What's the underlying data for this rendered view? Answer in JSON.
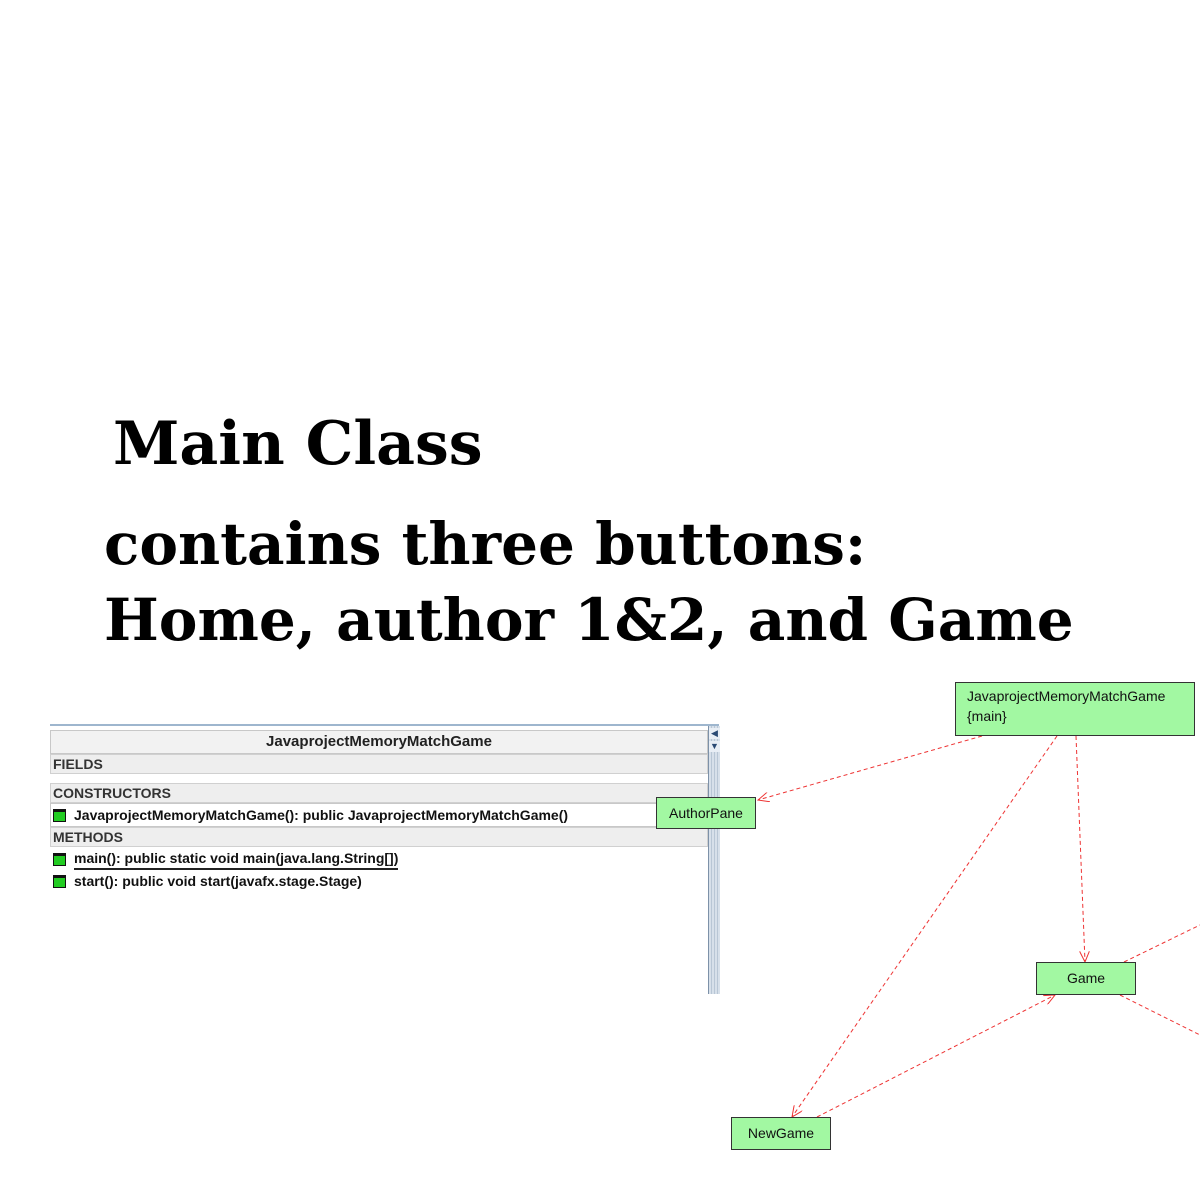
{
  "heading": {
    "title": "Main Class",
    "line1": "contains three buttons:",
    "line2": "Home, author 1&2, and Game"
  },
  "inspector": {
    "class_name": "JavaprojectMemoryMatchGame",
    "sections": {
      "fields": "FIELDS",
      "constructors": "CONSTRUCTORS",
      "methods": "METHODS"
    },
    "constructors": [
      "JavaprojectMemoryMatchGame():  public JavaprojectMemoryMatchGame()"
    ],
    "methods": [
      "main():  public static void main(java.lang.String[])",
      "start():  public void start(javafx.stage.Stage)"
    ],
    "icon": "green-method-icon"
  },
  "graph": {
    "nodes": {
      "main_line1": "JavaprojectMemoryMatchGame",
      "main_line2": "{main}",
      "author_pane": "AuthorPane",
      "game": "Game",
      "new_game": "NewGame"
    },
    "edge_color": "#ee3333",
    "node_color": "#a2f8a2"
  }
}
